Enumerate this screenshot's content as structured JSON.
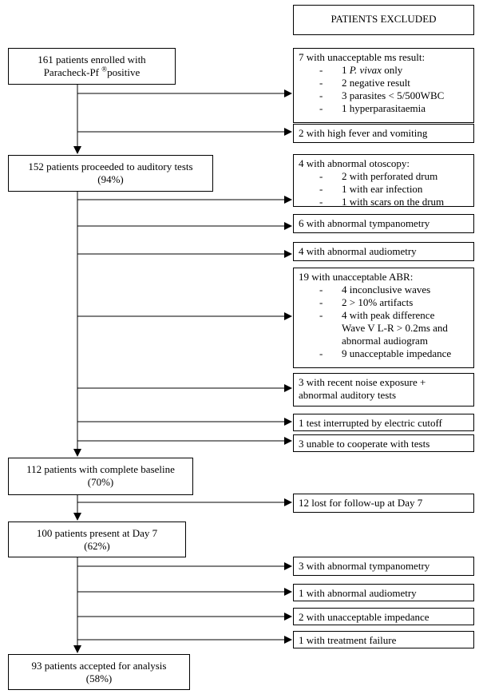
{
  "header": {
    "title": "PATIENTS EXCLUDED"
  },
  "main": [
    {
      "line1": "161 patients enrolled with",
      "line2_pre": "Paracheck-Pf ",
      "line2_sup": "®",
      "line2_post": "positive"
    },
    {
      "line1": "152 patients proceeded to auditory tests",
      "line2": "(94%)"
    },
    {
      "line1": "112 patients with complete baseline",
      "line2": "(70%)"
    },
    {
      "line1": "100 patients present at Day 7",
      "line2": "(62%)"
    },
    {
      "line1": "93 patients accepted for analysis",
      "line2": "(58%)"
    }
  ],
  "exclusions": {
    "ms_result": {
      "title": "7 with unacceptable ms result:",
      "items": [
        {
          "dash": "-",
          "pre": "1 ",
          "italic": "P. vivax",
          "post": " only"
        },
        {
          "dash": "-",
          "text": "2 negative result"
        },
        {
          "dash": "-",
          "text": "3 parasites < 5/500WBC"
        },
        {
          "dash": "-",
          "text": "1 hyperparasitaemia"
        }
      ]
    },
    "fever": "2 with high fever and vomiting",
    "otoscopy": {
      "title": "4 with abnormal otoscopy:",
      "items": [
        {
          "dash": "-",
          "text": "2 with perforated drum"
        },
        {
          "dash": "-",
          "text": "1 with ear infection"
        },
        {
          "dash": "-",
          "text": "1 with scars on the drum"
        }
      ]
    },
    "tympanometry": "6 with abnormal tympanometry",
    "audiometry": "4 with abnormal audiometry",
    "abr": {
      "title": "19 with unacceptable ABR:",
      "items": [
        {
          "dash": "-",
          "text": "4 inconclusive waves"
        },
        {
          "dash": "-",
          "text": "2 > 10% artifacts"
        },
        {
          "dash": "-",
          "text": "4 with peak difference",
          "more": [
            "Wave V L-R > 0.2ms and",
            "abnormal audiogram"
          ]
        },
        {
          "dash": "-",
          "text": "9 unacceptable impedance"
        }
      ]
    },
    "noise": {
      "line1": "3 with recent noise exposure +",
      "line2": "abnormal auditory tests"
    },
    "cutoff": "1 test interrupted by electric cutoff",
    "cooperate": "3 unable to cooperate with tests",
    "lost": "12 lost for follow-up at Day 7",
    "tympanometry_d7": "3 with abnormal tympanometry",
    "audiometry_d7": "1 with abnormal audiometry",
    "impedance_d7": "2 with unacceptable impedance",
    "treatment": "1 with treatment failure"
  }
}
